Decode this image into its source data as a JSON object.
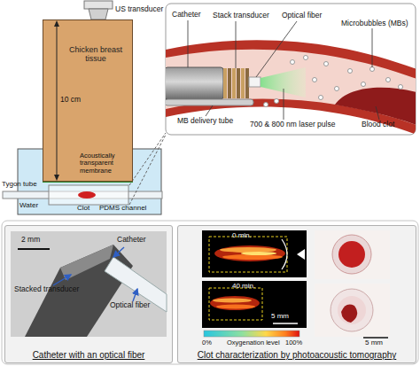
{
  "diagram": {
    "nodes": [
      {
        "text": [
          "Chicken breast tissue"
        ]
      },
      {
        "text": [
          "Catheter with an optical fiber"
        ]
      },
      {
        "text": [
          "Clot characterization by photoacoustic tomography"
        ]
      }
    ],
    "labels": [
      "US transducer",
      "10 cm",
      "Acoustically transparent membrane",
      "Tygon tube",
      "Water",
      "Clot",
      "PDMS channel",
      "Catheter",
      "Stack transducer",
      "Optical fiber",
      "Microbubbles (MBs)",
      "MB delivery tube",
      "700 & 800 nm laser pulse",
      "Blood clot",
      "2 mm",
      "Catheter",
      "Stacked transducer",
      "Optical fiber",
      "0 min.",
      "40 min.",
      "5 mm",
      "Oxygenation level",
      "0%",
      "100%",
      "5 mm"
    ]
  }
}
